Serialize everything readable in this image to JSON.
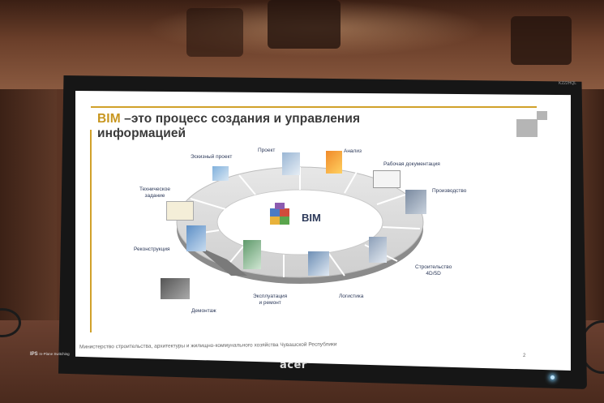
{
  "monitor": {
    "model": "K222HQL",
    "brand": "acer",
    "panel_badge": "IPS",
    "panel_badge_sub": "In-Plane Switching"
  },
  "slide": {
    "title_prefix": "BIM",
    "title_rest_line1": " –это процесс создания и управления",
    "title_line2": "информацией",
    "center_label": "BIM",
    "stages": {
      "sketch": "Эскизный проект",
      "project": "Проект",
      "analysis": "Анализ",
      "working_docs": "Рабочая документация",
      "production": "Производство",
      "tech_task_1": "Техническое",
      "tech_task_2": "задание",
      "reconstruction": "Реконструкция",
      "construction_1": "Строительство",
      "construction_2": "4D/5D",
      "operation_1": "Эксплуатация",
      "operation_2": "и ремонт",
      "logistics": "Логистика",
      "demolition": "Демонтаж"
    },
    "footer": "Министерство строительства, архитектуры и жилищно-коммунального хозяйства Чувашской Республики",
    "page_number": "2"
  },
  "colors": {
    "accent_gold": "#c8961f",
    "label_blue": "#2d3a5a"
  }
}
